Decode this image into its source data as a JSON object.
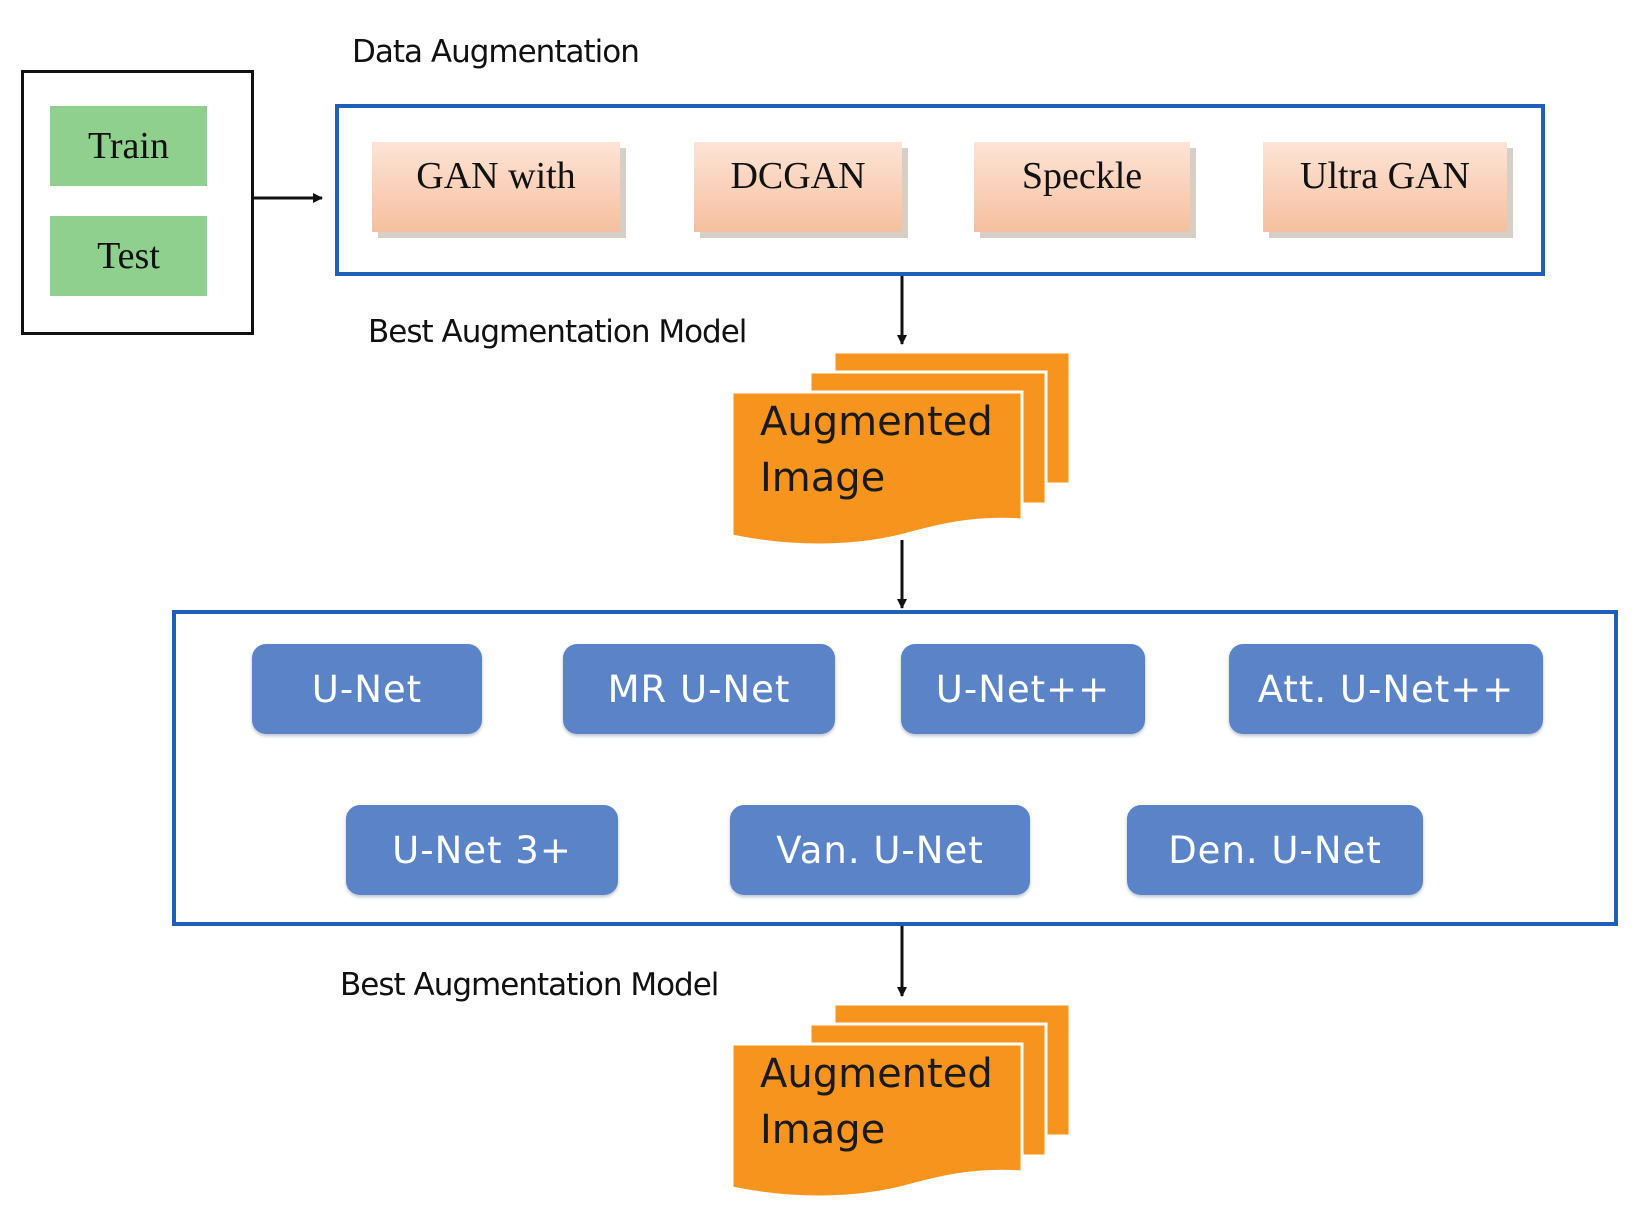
{
  "data_augmentation_label": "Data Augmentation",
  "dataset": {
    "train": "Train",
    "test": "Test"
  },
  "augmentation_methods": [
    "GAN with",
    "DCGAN",
    "Speckle",
    "Ultra GAN"
  ],
  "best_model_label_1": "Best Augmentation Model",
  "augmented_output_1": {
    "line1": "Augmented",
    "line2": "Image"
  },
  "segmentation_models": [
    "U-Net",
    "MR U-Net",
    "U-Net++",
    "Att. U-Net++",
    "U-Net 3+",
    "Van. U-Net",
    "Den. U-Net"
  ],
  "best_model_label_2": "Best Augmentation Model",
  "augmented_output_2": {
    "line1": "Augmented",
    "line2": "Image"
  },
  "colors": {
    "frame_blue": "#1f5fb8",
    "model_blue": "#5b84c8",
    "dataset_green": "#8fd08f",
    "augmentation_peach": "#f6bf9f",
    "document_orange": "#f7941d"
  }
}
